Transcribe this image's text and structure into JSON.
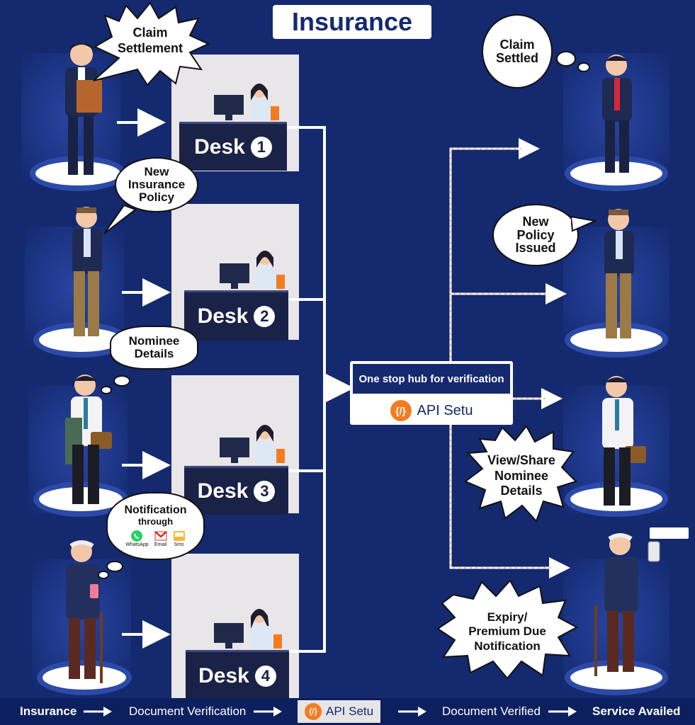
{
  "title": "Insurance",
  "desks": [
    {
      "label": "Desk",
      "number": "1"
    },
    {
      "label": "Desk",
      "number": "2"
    },
    {
      "label": "Desk",
      "number": "3"
    },
    {
      "label": "Desk",
      "number": "4"
    }
  ],
  "left_bubbles": {
    "claim": "Claim Settlement",
    "new_policy": "New Insurance Policy",
    "nominee": "Nominee Details",
    "notification": "Notification",
    "notification_through": "through",
    "channels": [
      "WhatsApp",
      "Email",
      "Sms"
    ]
  },
  "right_bubbles": {
    "claim_settled": "Claim Settled",
    "policy_issued": "New Policy Issued",
    "view_share": "View/Share Nominee Details",
    "expiry": "Expiry/ Premium Due Notification"
  },
  "hub": {
    "title": "One stop hub for verification",
    "name": "API Setu",
    "logo": "{/}"
  },
  "flow_bar": [
    "Insurance",
    "Document Verification",
    "API Setu",
    "Document Verified",
    "Service Availed"
  ],
  "colors": {
    "background": "#14296e",
    "accent": "#f47c20",
    "desk": "#1a2247"
  }
}
